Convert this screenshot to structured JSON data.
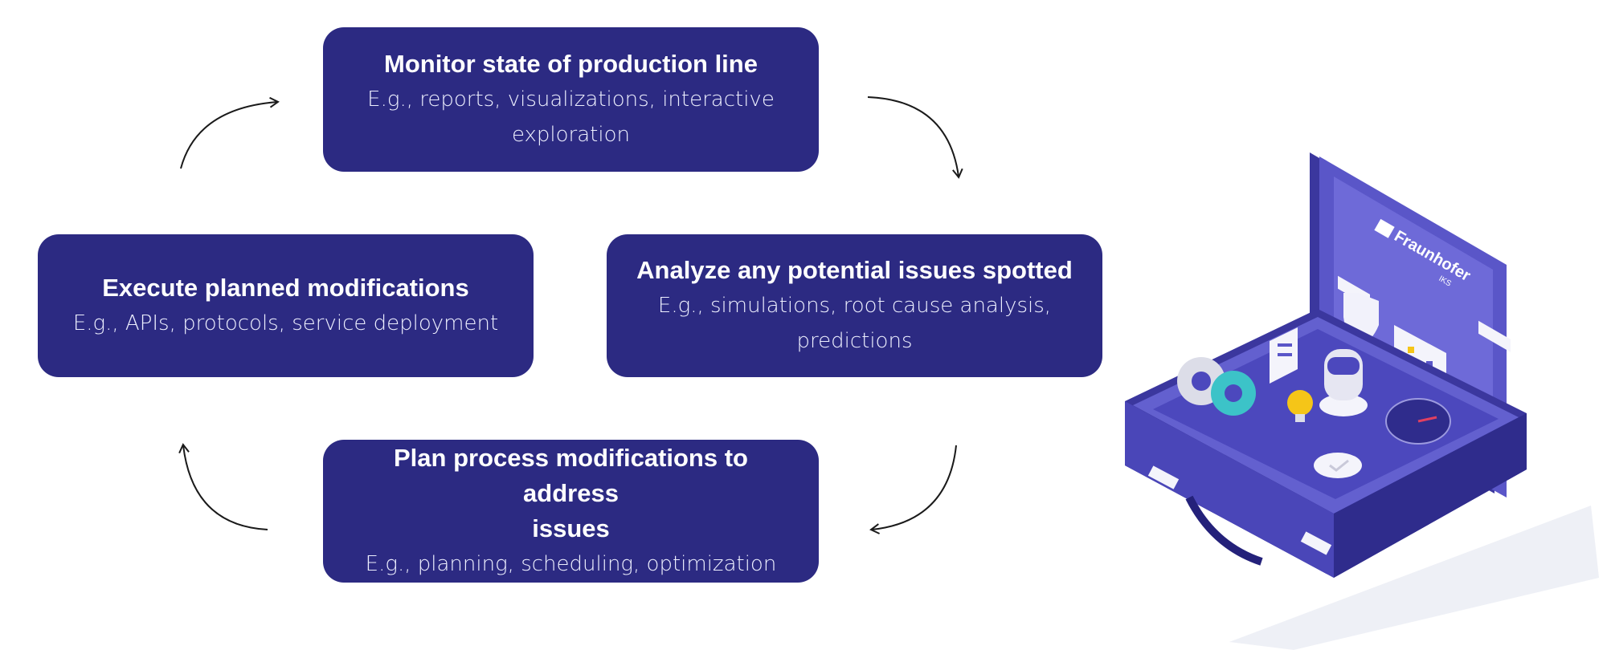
{
  "cycle": {
    "monitor": {
      "title": "Monitor state of production line",
      "desc_line1": "E.g., reports, visualizations, interactive",
      "desc_line2": "exploration"
    },
    "analyze": {
      "title": "Analyze any potential issues spotted",
      "desc_line1": "E.g., simulations, root cause analysis,",
      "desc_line2": "predictions"
    },
    "execute": {
      "title": "Execute planned modifications",
      "desc_line1": "E.g., APIs, protocols, service deployment"
    },
    "plan": {
      "title_line1": "Plan process modifications to address",
      "title_line2": "issues",
      "desc_line1": "E.g., planning, scheduling, optimization"
    }
  },
  "illustration": {
    "brand_name": "Fraunhofer",
    "brand_sub": "IKS"
  },
  "colors": {
    "box": "#2c2a82",
    "case": "#5a56c8",
    "case_dark": "#3b379e",
    "accent_teal": "#3cc3c8",
    "accent_yellow": "#f5c518"
  }
}
